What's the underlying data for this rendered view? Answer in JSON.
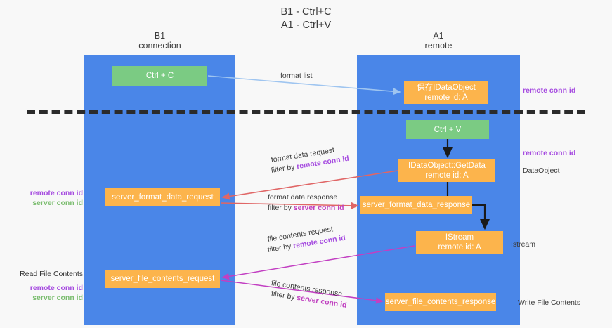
{
  "title": {
    "line1": "B1 - Ctrl+C",
    "line2": "A1 - Ctrl+V"
  },
  "columns": {
    "b1": {
      "name": "B1",
      "role": "connection"
    },
    "a1": {
      "name": "A1",
      "role": "remote"
    }
  },
  "nodes": {
    "ctrl_c": {
      "line1": "Ctrl + C",
      "color": "#7bcb83"
    },
    "save_idataobject": {
      "line1": "保存IDataObject",
      "line2": "remote id: A",
      "color": "#fcb44c"
    },
    "ctrl_v": {
      "line1": "Ctrl + V",
      "color": "#7bcb83"
    },
    "getdata": {
      "line1": "IDataObject::GetData",
      "line2": "remote id: A",
      "color": "#fcb44c"
    },
    "server_format_data_request": {
      "line1": "server_format_data_request",
      "color": "#fcb44c"
    },
    "server_format_data_response": {
      "line1": "server_format_data_response",
      "color": "#fcb44c"
    },
    "istream": {
      "line1": "IStream",
      "line2": "remote id: A",
      "color": "#fcb44c"
    },
    "server_file_contents_request": {
      "line1": "server_file_contents_request",
      "color": "#fcb44c"
    },
    "server_file_contents_response": {
      "line1": "server_file_contents_response",
      "color": "#fcb44c"
    }
  },
  "edge_labels": {
    "format_list": {
      "line1": "format list"
    },
    "format_data_request": {
      "line1": "format data request",
      "line2_prefix": "filter by ",
      "line2_key": "remote conn id"
    },
    "format_data_response": {
      "line1": "format data response",
      "line2_prefix": "filter by ",
      "line2_key": "server conn id"
    },
    "file_contents_request": {
      "line1": "file contents request",
      "line2_prefix": "filter by ",
      "line2_key": "remote conn id"
    },
    "file_contents_response": {
      "line1": "file contents response",
      "line2_prefix": "filter by ",
      "line2_key": "server conn id"
    }
  },
  "side_labels": {
    "right_top_remote": "remote conn id",
    "right_mid_remote": "remote conn id",
    "right_dataobject": "DataObject",
    "right_istream": "Istream",
    "right_write_file": "Write File Contents",
    "left_read_file": "Read File Contents",
    "left_remote": "remote conn id",
    "left_server": "server conn id"
  },
  "colors": {
    "lane": "#4a86e8",
    "node_green": "#7bcb83",
    "node_orange": "#fcb44c",
    "remote_conn_id": "#a64ce0",
    "server_conn_id": "#7bbd6f",
    "arrow_blue": "#9fc5f0",
    "arrow_black": "#1a1a1a",
    "arrow_red": "#e06666",
    "arrow_magenta": "#c23fc2",
    "background": "#f8f8f8"
  }
}
